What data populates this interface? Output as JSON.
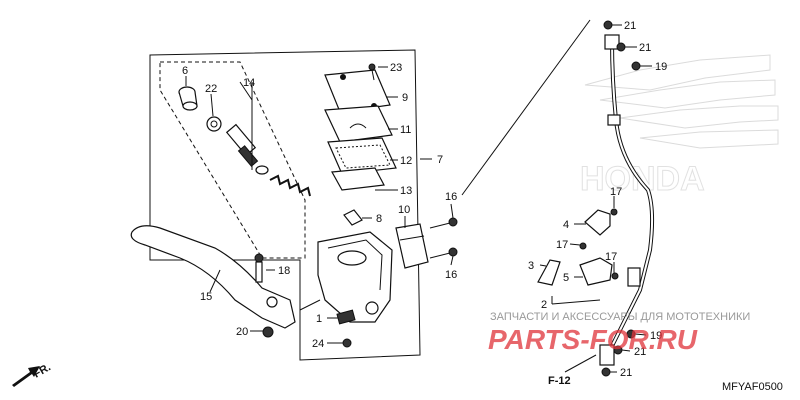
{
  "callouts": {
    "c1": "1",
    "c2": "2",
    "c3": "3",
    "c4": "4",
    "c5": "5",
    "c6": "6",
    "c7": "7",
    "c8": "8",
    "c9": "9",
    "c10": "10",
    "c11": "11",
    "c12": "12",
    "c13": "13",
    "c14": "14",
    "c15": "15",
    "c16a": "16",
    "c16b": "16",
    "c17a": "17",
    "c17b": "17",
    "c17c": "17",
    "c18": "18",
    "c19a": "19",
    "c19b": "19",
    "c20": "20",
    "c21a": "21",
    "c21b": "21",
    "c21c": "21",
    "c22": "22",
    "c23": "23",
    "c24": "24"
  },
  "references": {
    "front_label": "FR.",
    "section_ref": "F-12",
    "diagram_code": "MFYAF0500"
  },
  "background_logo": {
    "brand": "HONDA"
  },
  "watermark": {
    "subtitle": "ЗАПЧАСТИ И АКСЕССУАРЫ ДЛЯ МОТОТЕХНИКИ",
    "brand": "PARTS-FOR.RU",
    "color": "#e0333a"
  }
}
